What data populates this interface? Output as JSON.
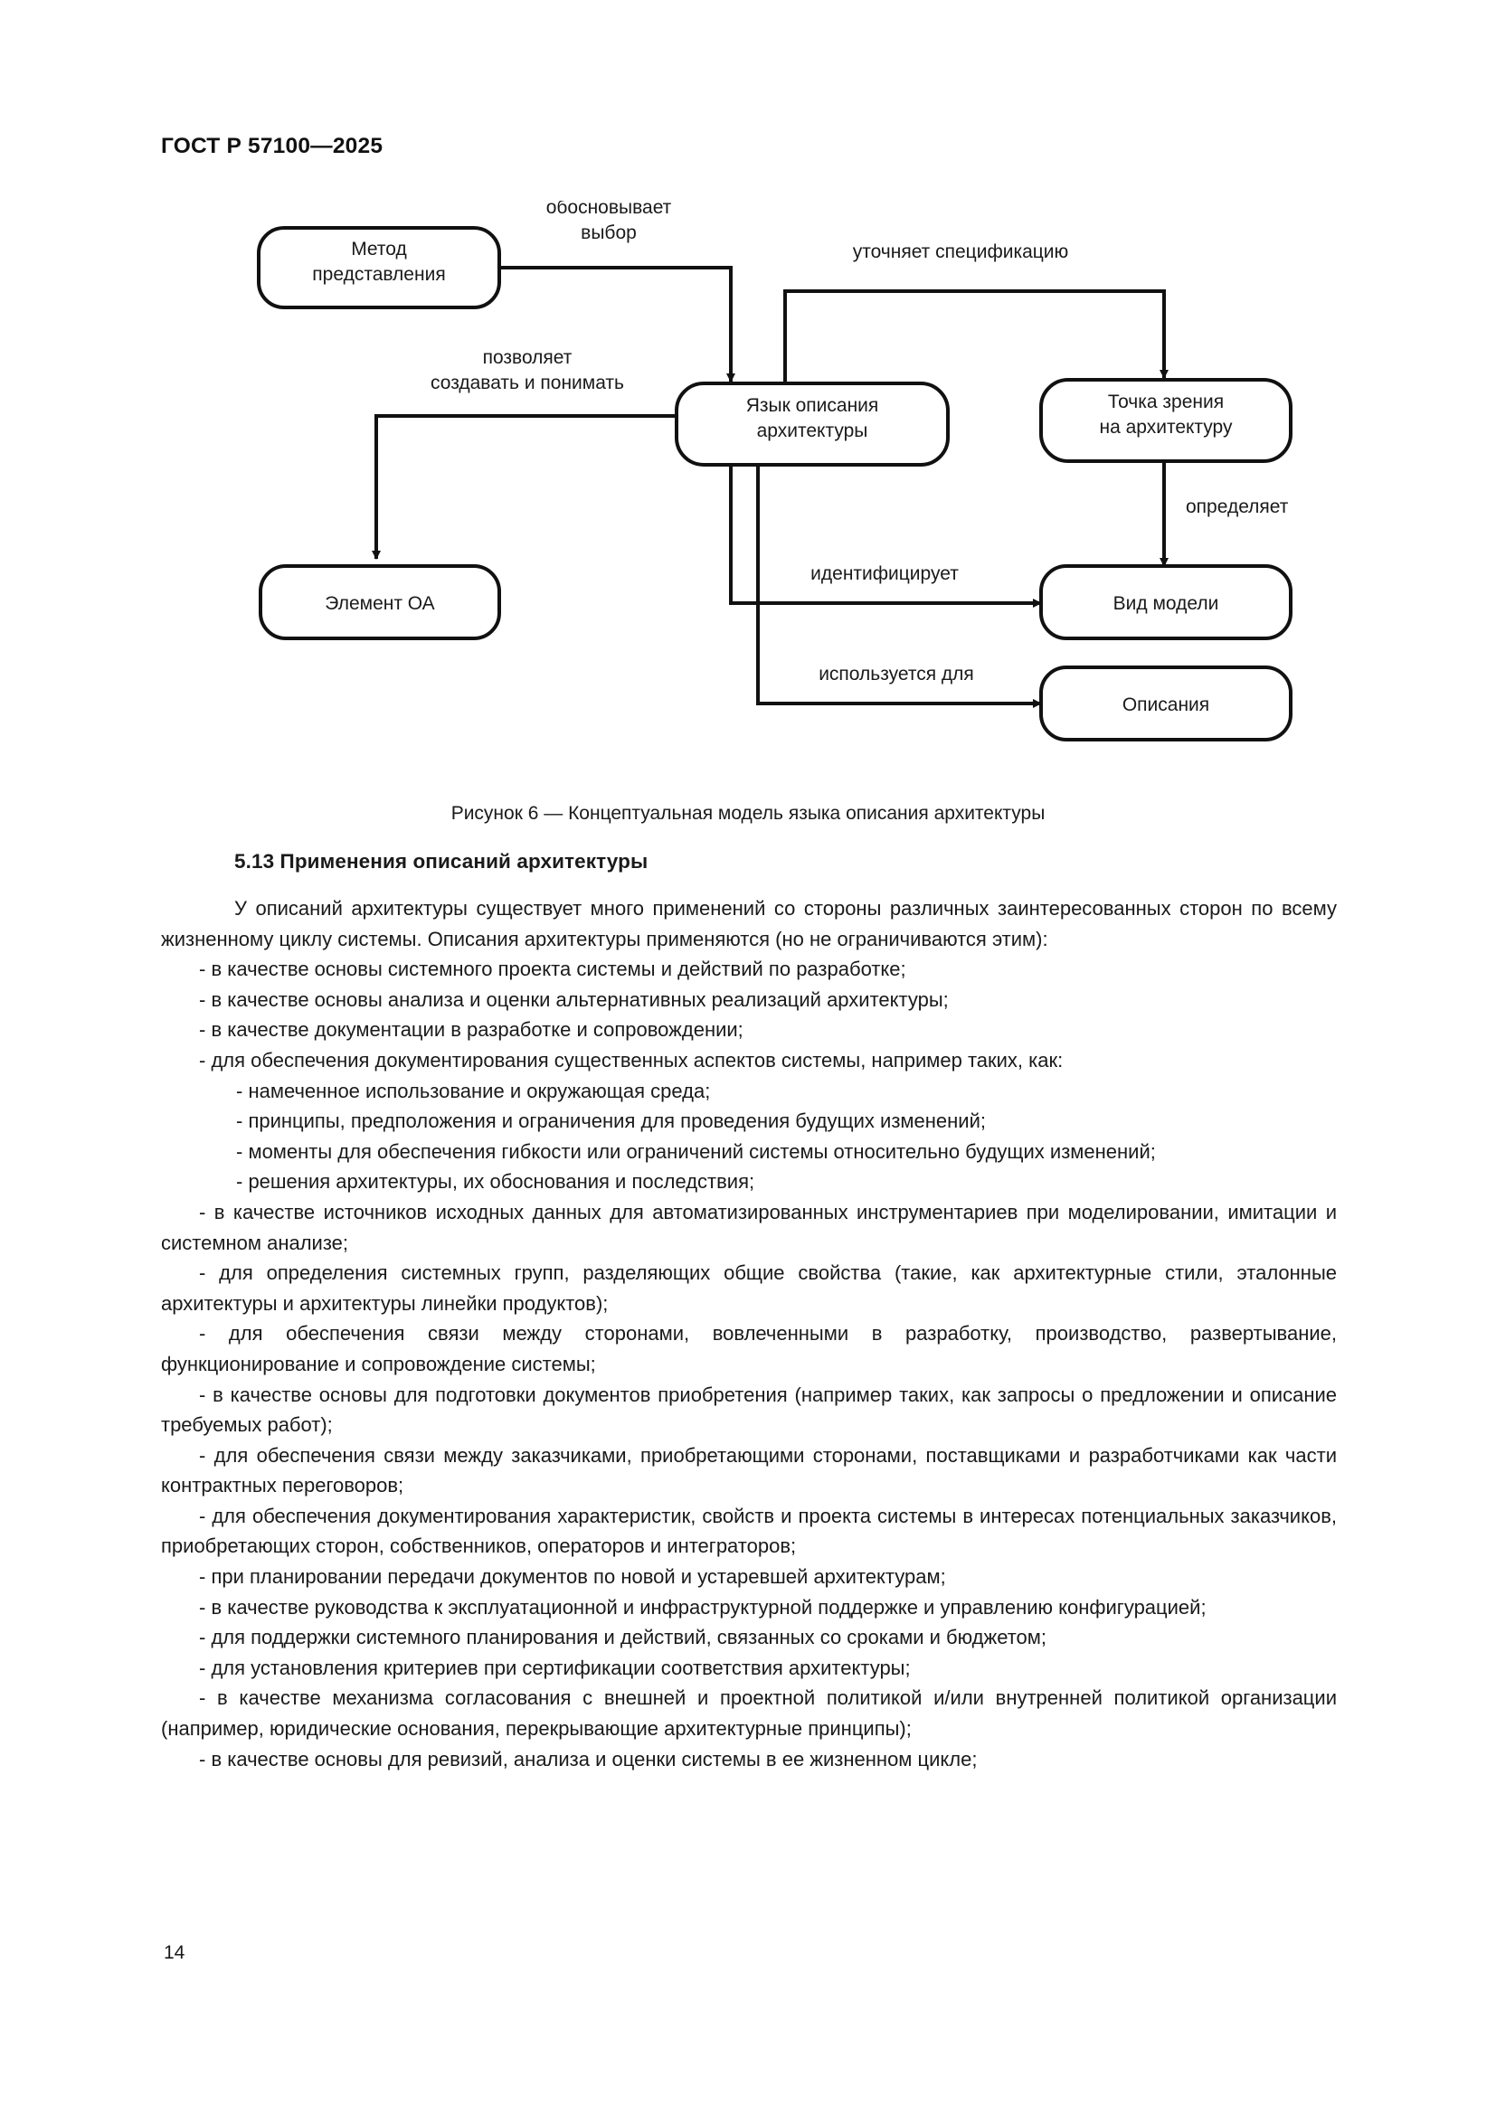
{
  "header": {
    "standard_id": "ГОСТ Р 57100—2025"
  },
  "figure": {
    "caption": "Рисунок 6 — Концептуальная модель языка описания архитектуры",
    "nodes": [
      {
        "id": "method",
        "label_line1": "Метод",
        "label_line2": "представления"
      },
      {
        "id": "adl",
        "label_line1": "Язык описания",
        "label_line2": "архитектуры"
      },
      {
        "id": "viewpoint",
        "label_line1": "Точка зрения",
        "label_line2": "на архитектуру"
      },
      {
        "id": "oa-element",
        "label_line1": "Элемент ОА",
        "label_line2": ""
      },
      {
        "id": "model-kind",
        "label_line1": "Вид модели",
        "label_line2": ""
      },
      {
        "id": "descriptions",
        "label_line1": "Описания",
        "label_line2": ""
      }
    ],
    "edges": [
      {
        "id": "justifies",
        "label_line1": "обосновывает",
        "label_line2": "выбор"
      },
      {
        "id": "refines-spec",
        "label_line1": "уточняет спецификацию",
        "label_line2": ""
      },
      {
        "id": "enables",
        "label_line1": "позволяет",
        "label_line2": "создавать и понимать"
      },
      {
        "id": "defines",
        "label_line1": "определяет",
        "label_line2": ""
      },
      {
        "id": "identifies",
        "label_line1": "идентифицирует",
        "label_line2": ""
      },
      {
        "id": "used-for",
        "label_line1": "используется для",
        "label_line2": ""
      }
    ]
  },
  "section": {
    "number_and_title": "5.13  Применения описаний архитектуры",
    "intro_paragraph": "У описаний архитектуры существует много применений со стороны различных заинтересованных сторон по всему жизненному циклу системы. Описания архитектуры применяются (но не ограничиваются этим):",
    "items": [
      "- в качестве основы системного проекта системы и действий по разработке;",
      "- в качестве основы анализа и оценки альтернативных реализаций архитектуры;",
      "- в качестве документации в разработке и сопровождении;",
      "- для обеспечения документирования существенных аспектов системы, например таких, как:"
    ],
    "subitems": [
      "- намеченное использование и окружающая среда;",
      "- принципы, предположения и ограничения для проведения будущих изменений;",
      "- моменты для обеспечения гибкости или ограничений системы относительно будущих изменений;",
      "- решения архитектуры, их обоснования и последствия;"
    ],
    "items_after": [
      "- в качестве источников исходных данных для автоматизированных инструментариев при моделировании, имитации и системном анализе;",
      "- для определения системных групп, разделяющих общие свойства (такие, как архитектурные стили, эталонные архитектуры и архитектуры линейки продуктов);",
      "- для обеспечения связи между сторонами, вовлеченными в разработку, производство, развертывание, функционирование и сопровождение системы;",
      "- в качестве основы для подготовки документов приобретения (например таких, как запросы о предложении и описание требуемых работ);",
      "- для обеспечения связи между заказчиками, приобретающими сторонами, поставщиками и разработчиками как части контрактных переговоров;",
      "- для обеспечения документирования характеристик, свойств и проекта системы в интересах потенциальных заказчиков, приобретающих сторон, собственников, операторов и интеграторов;",
      "- при планировании передачи документов по новой и устаревшей архитектурам;",
      "- в качестве руководства к эксплуатационной и инфраструктурной поддержке и управлению конфигурацией;",
      "- для поддержки системного планирования и действий, связанных со сроками и бюджетом;",
      "- для установления критериев при сертификации соответствия архитектуры;",
      "- в качестве механизма согласования с внешней и проектной политикой и/или внутренней политикой организации (например, юридические основания, перекрывающие архитектурные принципы);",
      "- в качестве основы для ревизий, анализа и оценки системы в ее жизненном цикле;"
    ]
  },
  "footer": {
    "page_number": "14"
  },
  "colors": {
    "ink": "#1a1a1a",
    "stroke": "#111111",
    "paper": "#ffffff"
  }
}
